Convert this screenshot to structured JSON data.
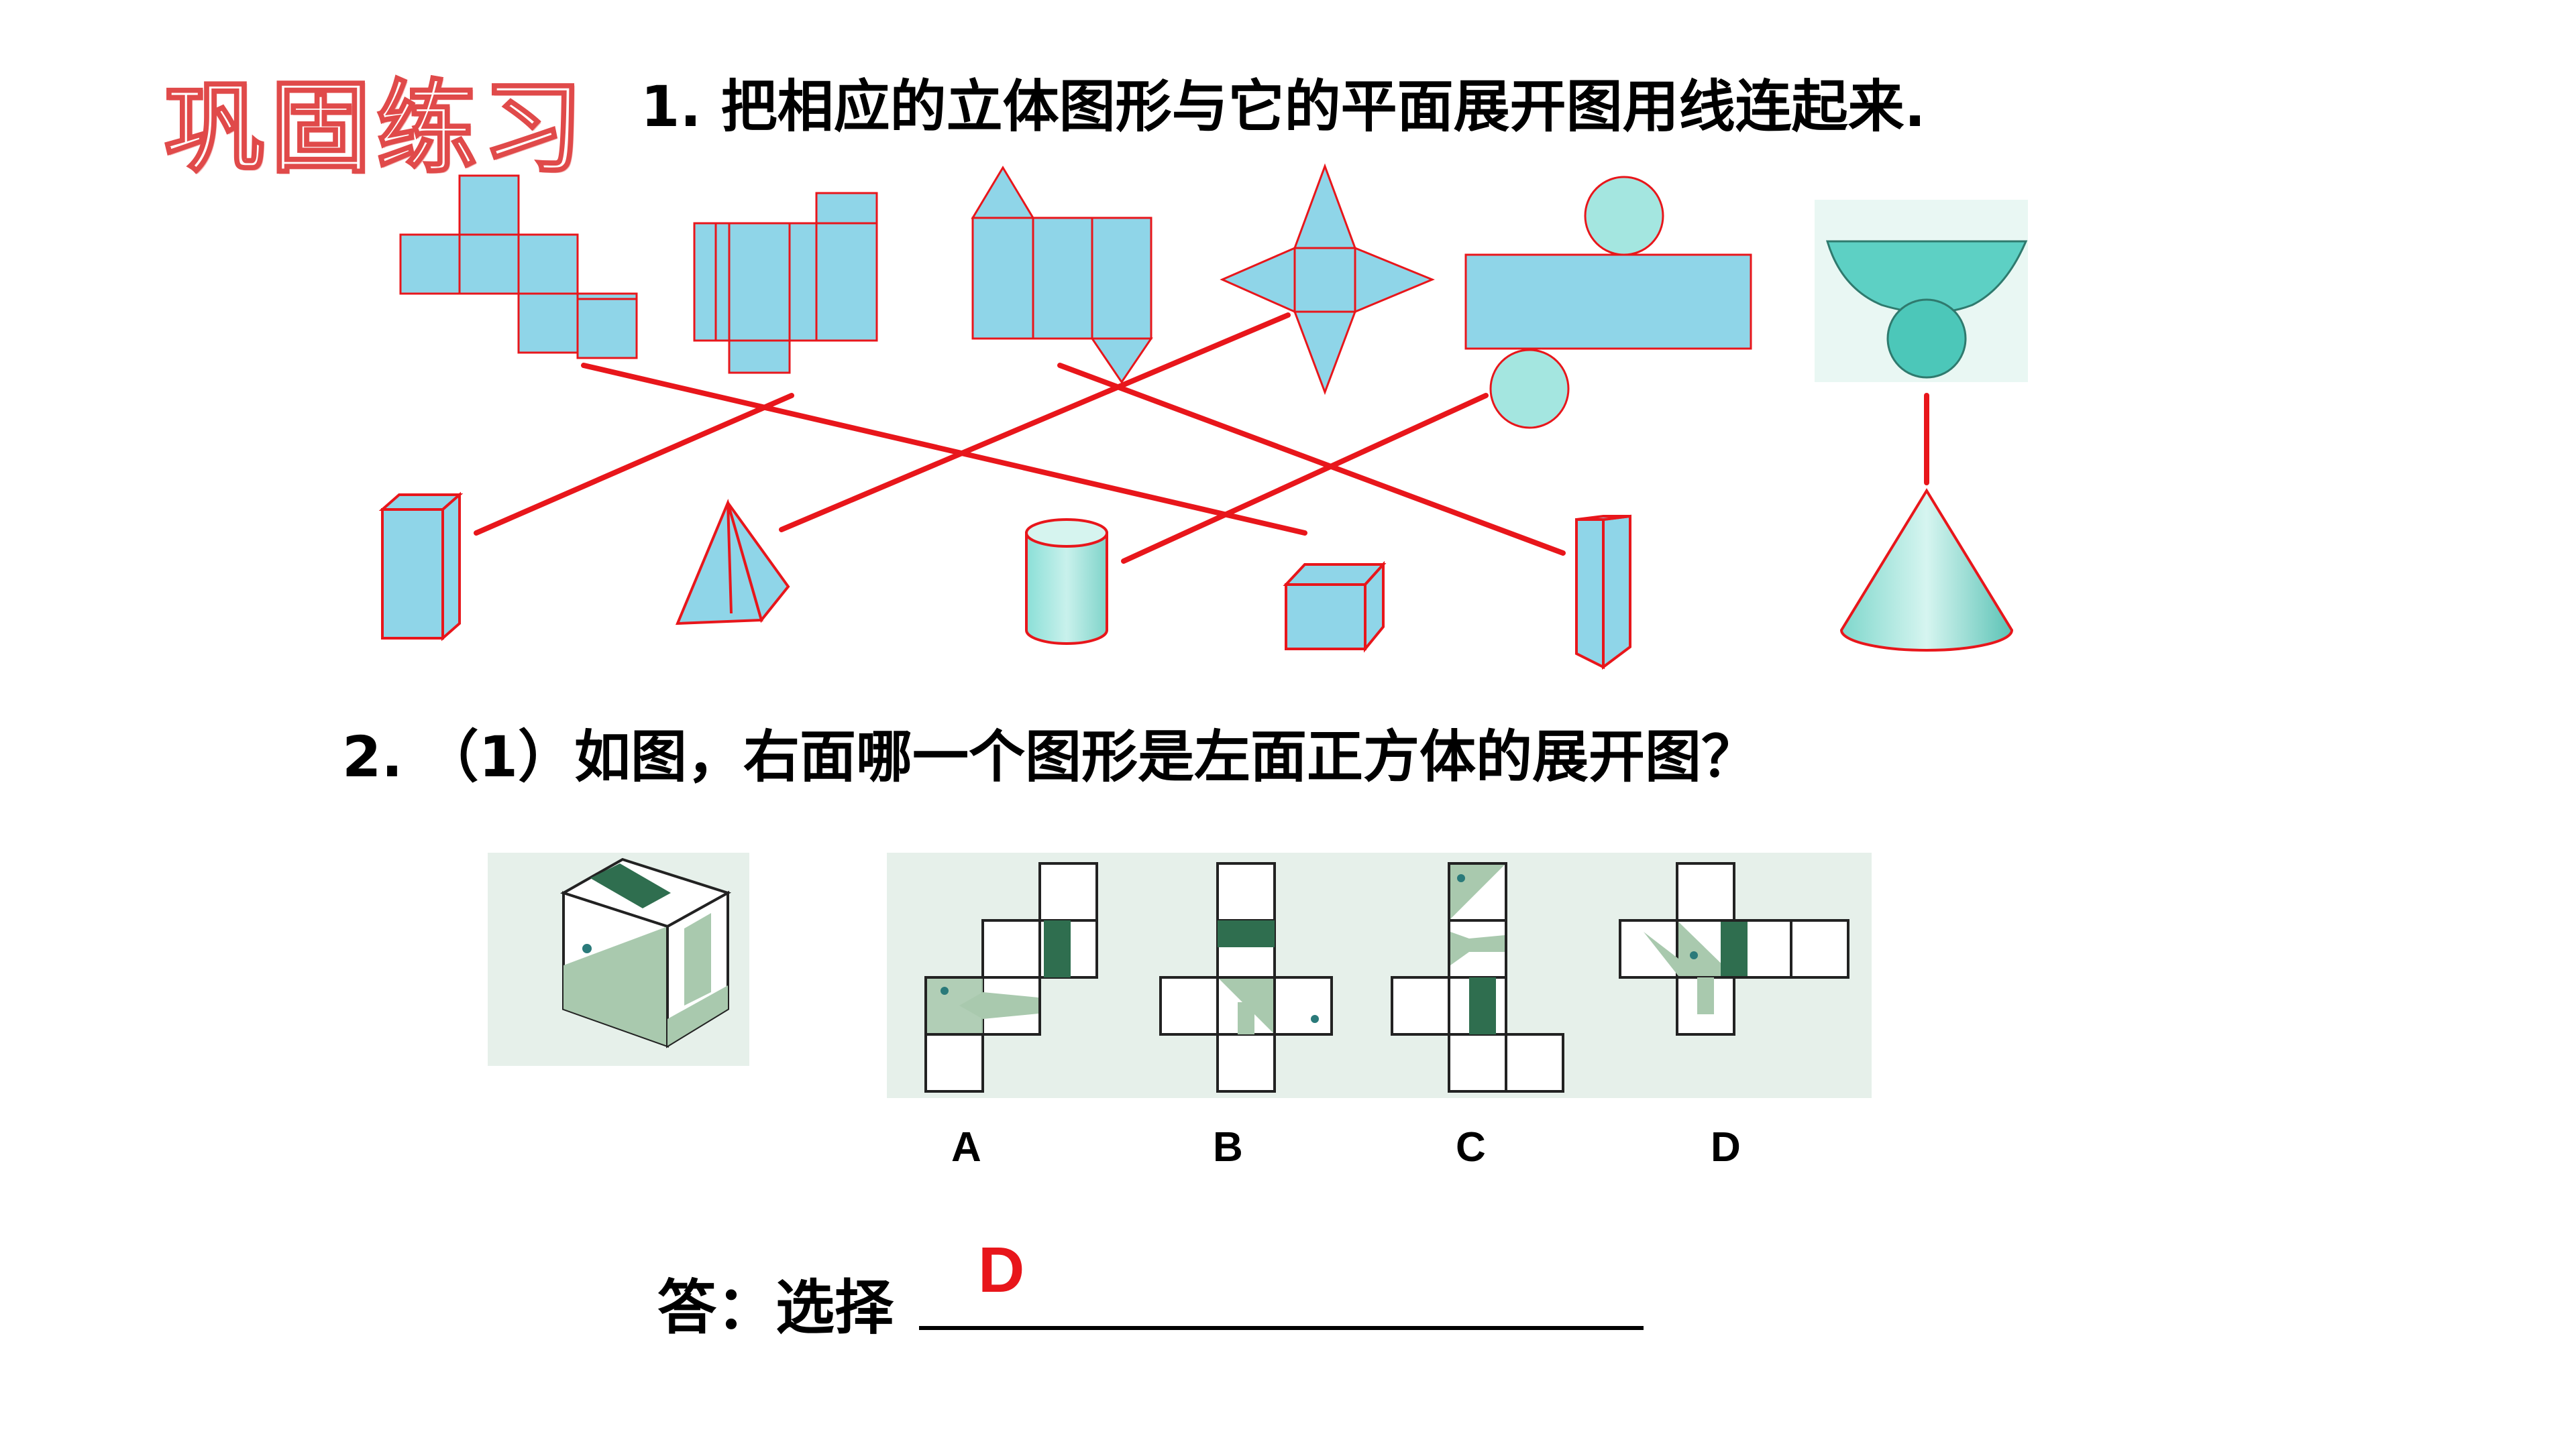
{
  "header": {
    "badge": "巩固练习"
  },
  "question1": {
    "text": "1. 把相应的立体图形与它的平面展开图用线连起来."
  },
  "question2": {
    "text": "2. （1）如图，右面哪一个图形是左面正方体的展开图？"
  },
  "options": [
    "A",
    "B",
    "C",
    "D"
  ],
  "answer": {
    "prompt": "答：选择",
    "value": "D"
  },
  "colors": {
    "shape_fill": "#8fd5e8",
    "shape_stroke": "#e8161b",
    "line": "#e8161b",
    "dark_green": "#2f6e4f",
    "light_green": "#a9c9ae"
  }
}
